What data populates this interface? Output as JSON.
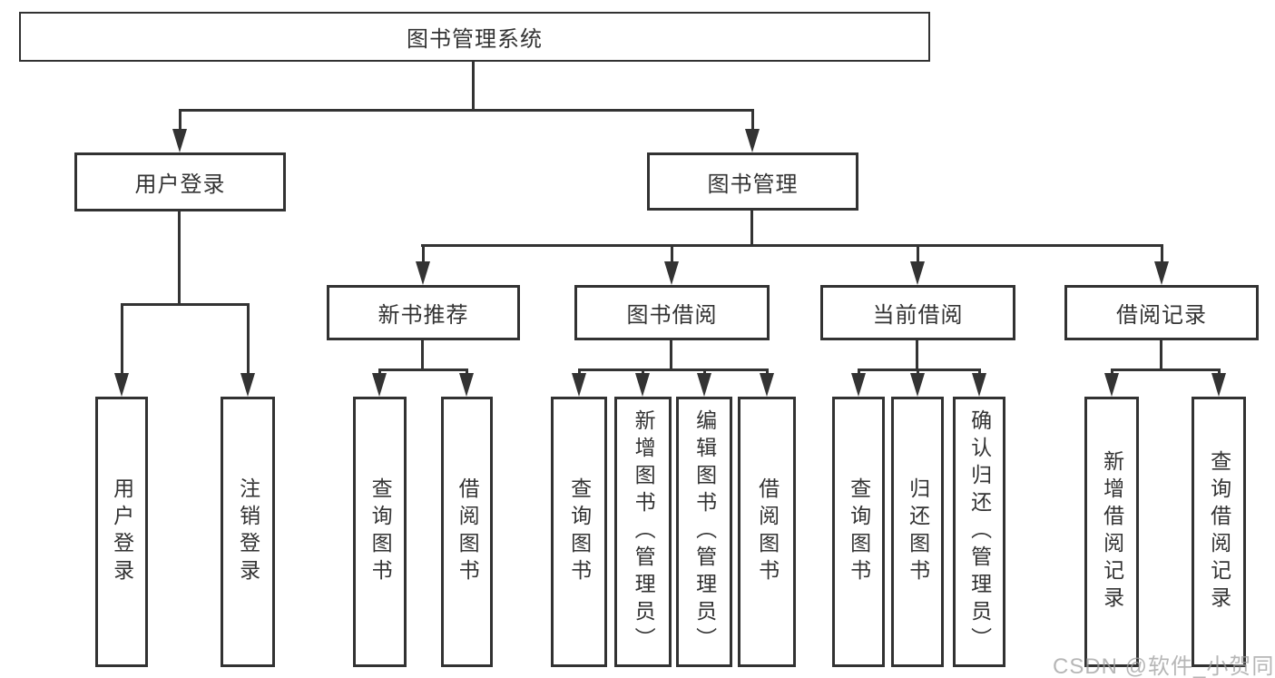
{
  "diagram": {
    "root": {
      "label": "图书管理系统"
    },
    "level2": [
      {
        "label": "用户登录"
      },
      {
        "label": "图书管理"
      }
    ],
    "level3": [
      {
        "label": "新书推荐"
      },
      {
        "label": "图书借阅"
      },
      {
        "label": "当前借阅"
      },
      {
        "label": "借阅记录"
      }
    ],
    "leaves": {
      "userLogin": [
        "用户登录",
        "注销登录"
      ],
      "newBooks": [
        "查询图书",
        "借阅图书"
      ],
      "borrow": [
        "查询图书",
        "新增图书（管理员）",
        "编辑图书（管理员）",
        "借阅图书"
      ],
      "current": [
        "查询图书",
        "归还图书",
        "确认归还（管理员）"
      ],
      "records": [
        "新增借阅记录",
        "查询借阅记录"
      ]
    }
  },
  "watermark": {
    "text": "CSDN @软件_小贺同学"
  },
  "colors": {
    "line": "#333333",
    "text": "#333333",
    "box_background": "#ffffff",
    "watermark": "#9e9e9e",
    "background": "#ffffff"
  }
}
